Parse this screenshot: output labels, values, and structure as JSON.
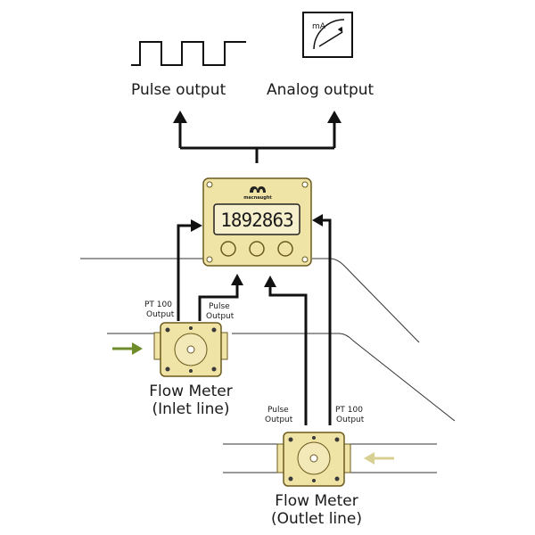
{
  "outputs": {
    "pulse_label": "Pulse output",
    "analog_label": "Analog output",
    "meter_unit": "mA"
  },
  "display": {
    "brand": "macnaught",
    "reading": "1892863"
  },
  "inlet": {
    "pt100_label_1": "PT 100",
    "pt100_label_2": "Output",
    "pulse_label_1": "Pulse",
    "pulse_label_2": "Output",
    "title_1": "Flow Meter",
    "title_2": "(Inlet line)"
  },
  "outlet": {
    "pulse_label_1": "Pulse",
    "pulse_label_2": "Output",
    "pt100_label_1": "PT 100",
    "pt100_label_2": "Output",
    "title_1": "Flow Meter",
    "title_2": "(Outlet line)"
  },
  "colors": {
    "device_fill": "#efe3a6",
    "device_stroke": "#6b5a1e",
    "flow_arrow_green": "#6e8c2a",
    "flow_arrow_tan": "#d8cf92",
    "line": "#111111",
    "pipe": "#333333"
  }
}
